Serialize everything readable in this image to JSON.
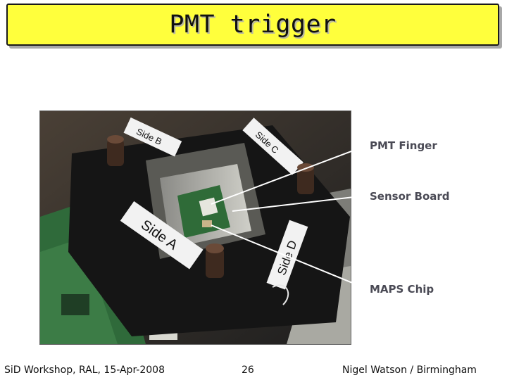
{
  "slide": {
    "title": "PMT trigger",
    "callouts": {
      "pmt_finger": "PMT Finger",
      "sensor_board": "Sensor Board",
      "maps_chip": "MAPS Chip"
    },
    "photo_labels": {
      "side_a": "Side A",
      "side_b": "Side B",
      "side_c": "Side C",
      "side_d": "Side D"
    },
    "footer": {
      "left": "SiD Workshop, RAL, 15-Apr-2008",
      "page_number": "26",
      "right": "Nigel Watson / Birmingham"
    }
  },
  "colors": {
    "title_background": "#ffff3c",
    "callout_text": "#4a4a55",
    "leader_line": "#ffffff"
  }
}
